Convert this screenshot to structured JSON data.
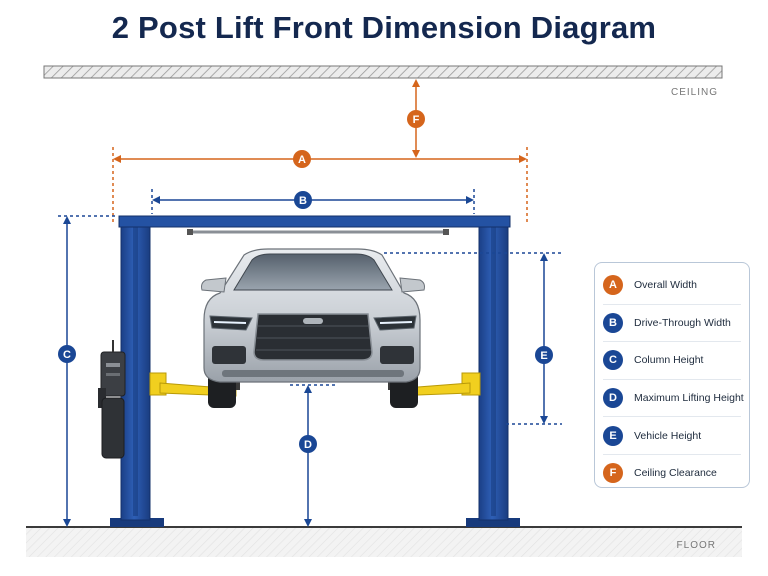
{
  "title": "2 Post Lift Front Dimension Diagram",
  "ceiling_label": "CEILING",
  "floor_label": "FLOOR",
  "colors": {
    "orange": "#d5651c",
    "blue": "#1a4795",
    "column": "#2452a3",
    "arm": "#f1cf1f",
    "title": "#14284f"
  },
  "markers": {
    "A": "A",
    "B": "B",
    "C": "C",
    "D": "D",
    "E": "E",
    "F": "F"
  },
  "legend": [
    {
      "letter": "A",
      "label": "Overall Width",
      "color": "orange"
    },
    {
      "letter": "B",
      "label": "Drive-Through Width",
      "color": "blue"
    },
    {
      "letter": "C",
      "label": "Column Height",
      "color": "blue"
    },
    {
      "letter": "D",
      "label": "Maximum Lifting Height",
      "color": "blue"
    },
    {
      "letter": "E",
      "label": "Vehicle Height",
      "color": "blue"
    },
    {
      "letter": "F",
      "label": "Ceiling Clearance",
      "color": "orange"
    }
  ]
}
